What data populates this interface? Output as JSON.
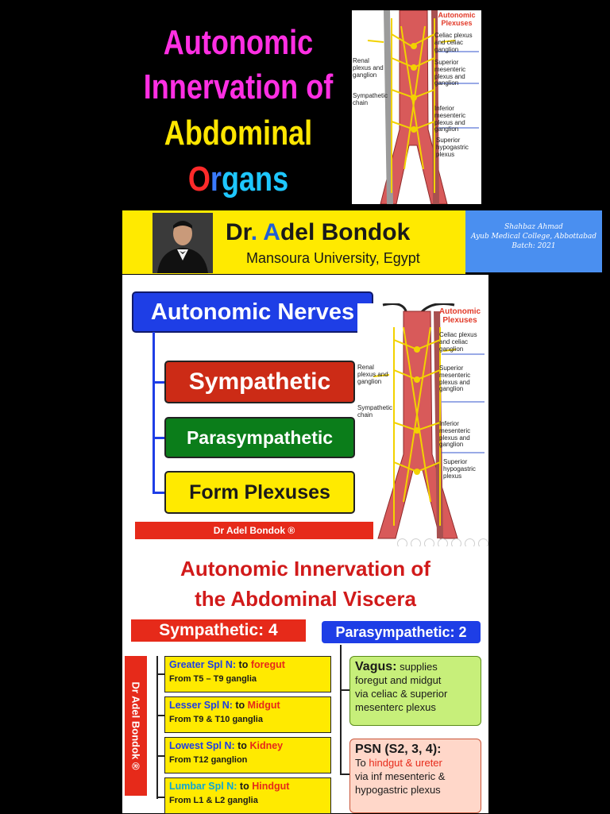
{
  "title": {
    "line1": "Autonomic",
    "line2": "Innervation of",
    "line3": "Abdominal",
    "line4_c1": "O",
    "line4_c2": "r",
    "line4_rest": "gans"
  },
  "anatomy": {
    "heading": "Autonomic Plexuses",
    "labels": {
      "celiac": "Celiac plexus and celiac ganglion",
      "renal": "Renal plexus and ganglion",
      "sup_mes": "Superior mesenteric plexus and ganglion",
      "symp_chain": "Sympathetic chain",
      "inf_mes": "Inferior mesenteric plexus and ganglion",
      "sup_hypo": "Superior hypogastric plexus"
    }
  },
  "banner": {
    "name_prefix": "Dr",
    "name_dot": ".",
    "name_a": "A",
    "name_rest": "del Bondok",
    "university": "Mansoura University, Egypt"
  },
  "credit": {
    "line1": "Shahbaz Ahmad",
    "line2": "Ayub Medical College, Abbottabad",
    "line3": "Batch: 2021"
  },
  "slide1": {
    "autonomic_nerves": "Autonomic Nerves",
    "sympathetic": "Sympathetic",
    "parasympathetic": "Parasympathetic",
    "form_plexuses": "Form Plexuses",
    "footer": "Dr Adel Bondok ®"
  },
  "slide2": {
    "title1": "Autonomic Innervation of",
    "title2": "the Abdominal Viscera",
    "symp_header": "Sympathetic: 4",
    "para_header": "Parasympathetic: 2",
    "side_label": "Dr Adel Bondok ®",
    "nerves": [
      {
        "name": "Greater Spl N:",
        "to": "to",
        "target": "foregut",
        "from": "From T5 – T9 ganglia"
      },
      {
        "name": "Lesser Spl N:",
        "to": "to",
        "target": "Midgut",
        "from": "From T9 & T10 ganglia"
      },
      {
        "name": "Lowest Spl N:",
        "to": "to",
        "target": "Kidney",
        "from": "From T12 ganglion"
      },
      {
        "name": "Lumbar Spl N:",
        "to": "to",
        "target": "Hindgut",
        "from": "From L1 & L2 ganglia"
      }
    ],
    "vagus": {
      "head": "Vagus:",
      "supplies": "supplies",
      "line2": "foregut and midgut",
      "line3": "via celiac & superior",
      "line4": "mesenterc plexus"
    },
    "psn": {
      "head": "PSN (S2, 3, 4):",
      "to": "To",
      "line2_red": "hindgut & ureter",
      "line3": "via inf mesenteric &",
      "line4": "hypogastric plexus"
    }
  },
  "colors": {
    "title_magenta": "#ff2fe3",
    "title_yellow": "#ffe600",
    "title_cyan": "#1ec7ff",
    "banner_yellow": "#ffea00",
    "sympathetic_red": "#cc2b16",
    "parasympathetic_green": "#0b7d1a",
    "nerves_blue": "#1e3ee6"
  }
}
